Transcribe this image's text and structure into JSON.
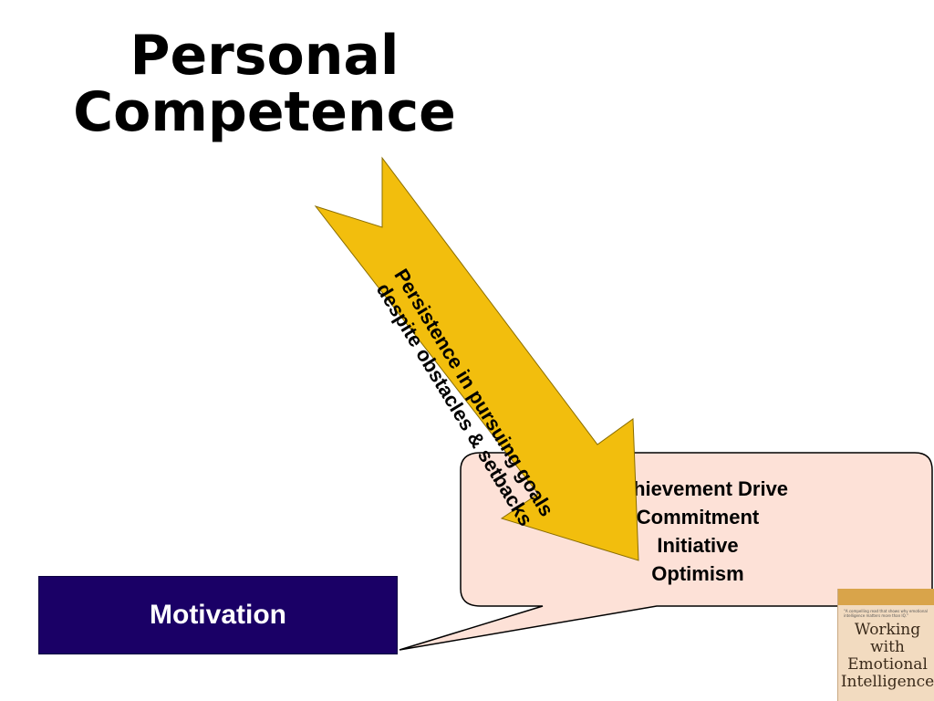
{
  "title": {
    "line1": "Personal",
    "line2": "Competence"
  },
  "arrow": {
    "line1": "Persistence in pursuing goals",
    "line2": "despite obstacles & setbacks",
    "fill": "#f2be0d",
    "stroke": "#8a6d00"
  },
  "callout": {
    "items": [
      "Achievement Drive",
      "Commitment",
      "Initiative",
      "Optimism"
    ],
    "fill": "#fde1d7",
    "stroke": "#000000"
  },
  "motivation": {
    "label": "Motivation",
    "fill": "#1a0066"
  },
  "book": {
    "blurb": "\"A compelling read that shows why emotional intelligence matters more than IQ.\"",
    "title_lines": [
      "Working",
      "with",
      "Emotional",
      "Intelligence"
    ]
  }
}
